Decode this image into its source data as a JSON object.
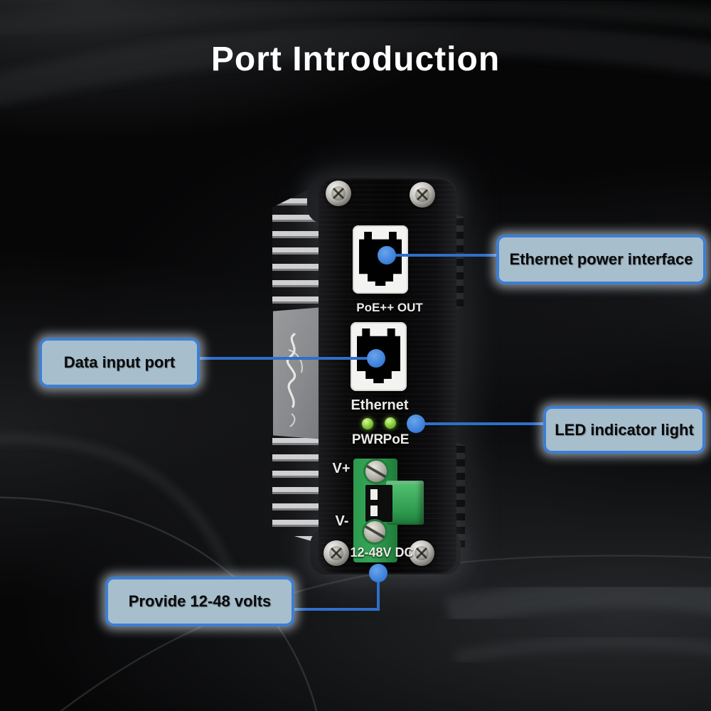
{
  "title": "Port Introduction",
  "device": {
    "port1_label": "PoE++ OUT",
    "port2_label": "Ethernet",
    "led1_label": "PWR",
    "led2_label": "PoE",
    "vplus_label": "V+",
    "vminus_label": "V-",
    "power_label": "12-48V DC"
  },
  "callouts": {
    "ethernet_power": "Ethernet power interface",
    "data_input": "Data input port",
    "led_indicator": "LED indicator light",
    "provide_volts": "Provide 12-48 volts"
  },
  "colors": {
    "accent_blue": "#2f6fc9",
    "dot_blue": "#3e82dc",
    "callout_fill": "#a7becd",
    "callout_border": "#3d7ed2",
    "led_green": "#7cc832",
    "terminal_green": "#35a455"
  }
}
